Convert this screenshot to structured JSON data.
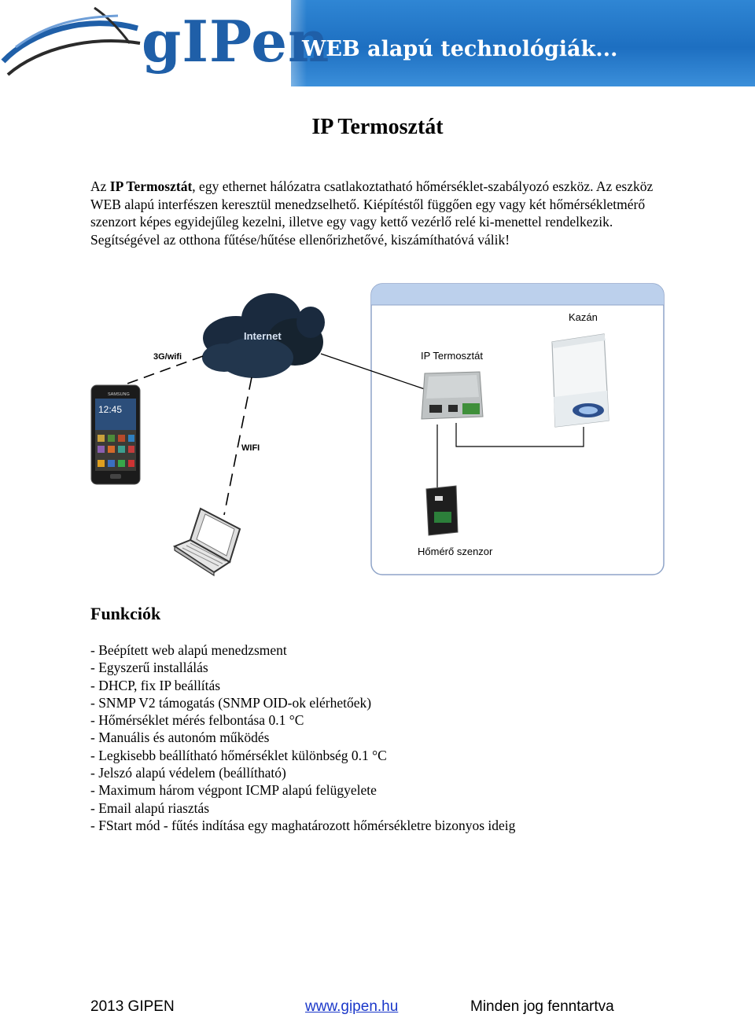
{
  "header": {
    "logo_text": "gIPen",
    "tagline": "WEB alapú technológiák..."
  },
  "title": "IP Termosztát",
  "intro": {
    "lead": "Az ",
    "lead_bold": "IP Termosztát",
    "rest": ", egy ethernet hálózatra csatlakoztatható hőmérséklet-szabályozó eszköz. Az eszköz WEB alapú interfészen keresztül menedzselhető. Kiépítéstől függően egy vagy két hőmérsékletmérő szenzort képes egyidejűleg kezelni, illetve egy vagy kettő vezérlő relé ki-menettel rendelkezik. Segítségével az otthona fűtése/hűtése ellenőrizhetővé, kiszámíthatóvá válik!"
  },
  "diagram": {
    "internet": "Internet",
    "mobile_link": "3G/wifi",
    "wifi_link": "WIFI",
    "thermostat": "IP Termosztát",
    "boiler": "Kazán",
    "sensor": "Hőmérő szenzor",
    "phone_brand": "SAMSUNG",
    "phone_time": "12:45"
  },
  "functions": {
    "heading": "Funkciók",
    "items": [
      "- Beépített web alapú menedzsment",
      "- Egyszerű installálás",
      "- DHCP, fix IP beállítás",
      "- SNMP V2 támogatás (SNMP OID-ok elérhetőek)",
      "- Hőmérséklet mérés felbontása 0.1 °C",
      "- Manuális és autonóm működés",
      "- Legkisebb beállítható hőmérséklet különbség 0.1 °C",
      "- Jelszó alapú védelem (beállítható)",
      "- Maximum három végpont ICMP alapú felügyelete",
      "- Email alapú riasztás",
      "- FStart mód - fűtés indítása egy maghatározott hőmérsékletre bizonyos ideig"
    ]
  },
  "footer": {
    "left": "2013 GIPEN",
    "link": "www.gipen.hu",
    "right": "Minden jog fenntartva"
  },
  "colors": {
    "banner_blue": "#1d6fc1",
    "logo_blue": "#1f5fa8",
    "link_blue": "#1a37c9",
    "panel_header": "#bcd0ec"
  }
}
